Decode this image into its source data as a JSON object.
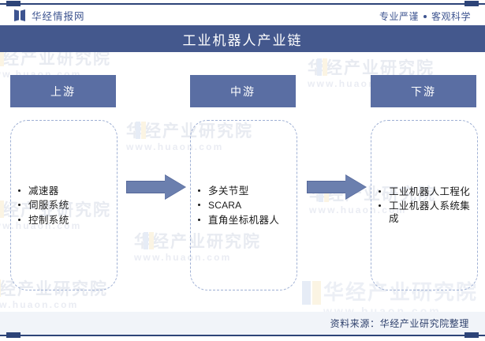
{
  "header": {
    "brand_name": "华经情报网",
    "brand_icon": "double-book-mark-icon",
    "tagline_left": "专业严谨",
    "tagline_right": "客观科学",
    "separator_icon": "bullet-dot-icon"
  },
  "title_band": {
    "title": "工业机器人产业链"
  },
  "columns": [
    {
      "key": "upstream",
      "head_label": "上游",
      "items": [
        {
          "text": "减速器",
          "latin": false
        },
        {
          "text": "伺服系统",
          "latin": false
        },
        {
          "text": "控制系统",
          "latin": false
        }
      ]
    },
    {
      "key": "midstream",
      "head_label": "中游",
      "items": [
        {
          "text": "多关节型",
          "latin": false
        },
        {
          "text": "SCARA",
          "latin": true
        },
        {
          "text": "直角坐标机器人",
          "latin": false
        }
      ]
    },
    {
      "key": "downstream",
      "head_label": "下游",
      "items": [
        {
          "text": "工业机器人工程化",
          "latin": false
        },
        {
          "text": "工业机器人系统集成",
          "latin": false
        }
      ]
    }
  ],
  "arrows": [
    {
      "name": "arrow-upstream-to-midstream",
      "direction": "right"
    },
    {
      "name": "arrow-midstream-to-downstream",
      "direction": "right"
    }
  ],
  "footer": {
    "source_text": "资料来源：华经产业研究院整理"
  },
  "watermark": {
    "cn": "华经产业研究院",
    "url": "www.huaon.com"
  },
  "colors": {
    "accent_dark": "#2d4478",
    "title_band": "#44588d",
    "column_head": "#5a6ea3",
    "arrow_fill": "#6b7fae",
    "arrow_stroke": "#55689a",
    "dashed_border": "#9fb0d4",
    "footer_band": "#f1f4f9",
    "brand_text": "#3d5490",
    "watermark": "#e8ebf2"
  }
}
